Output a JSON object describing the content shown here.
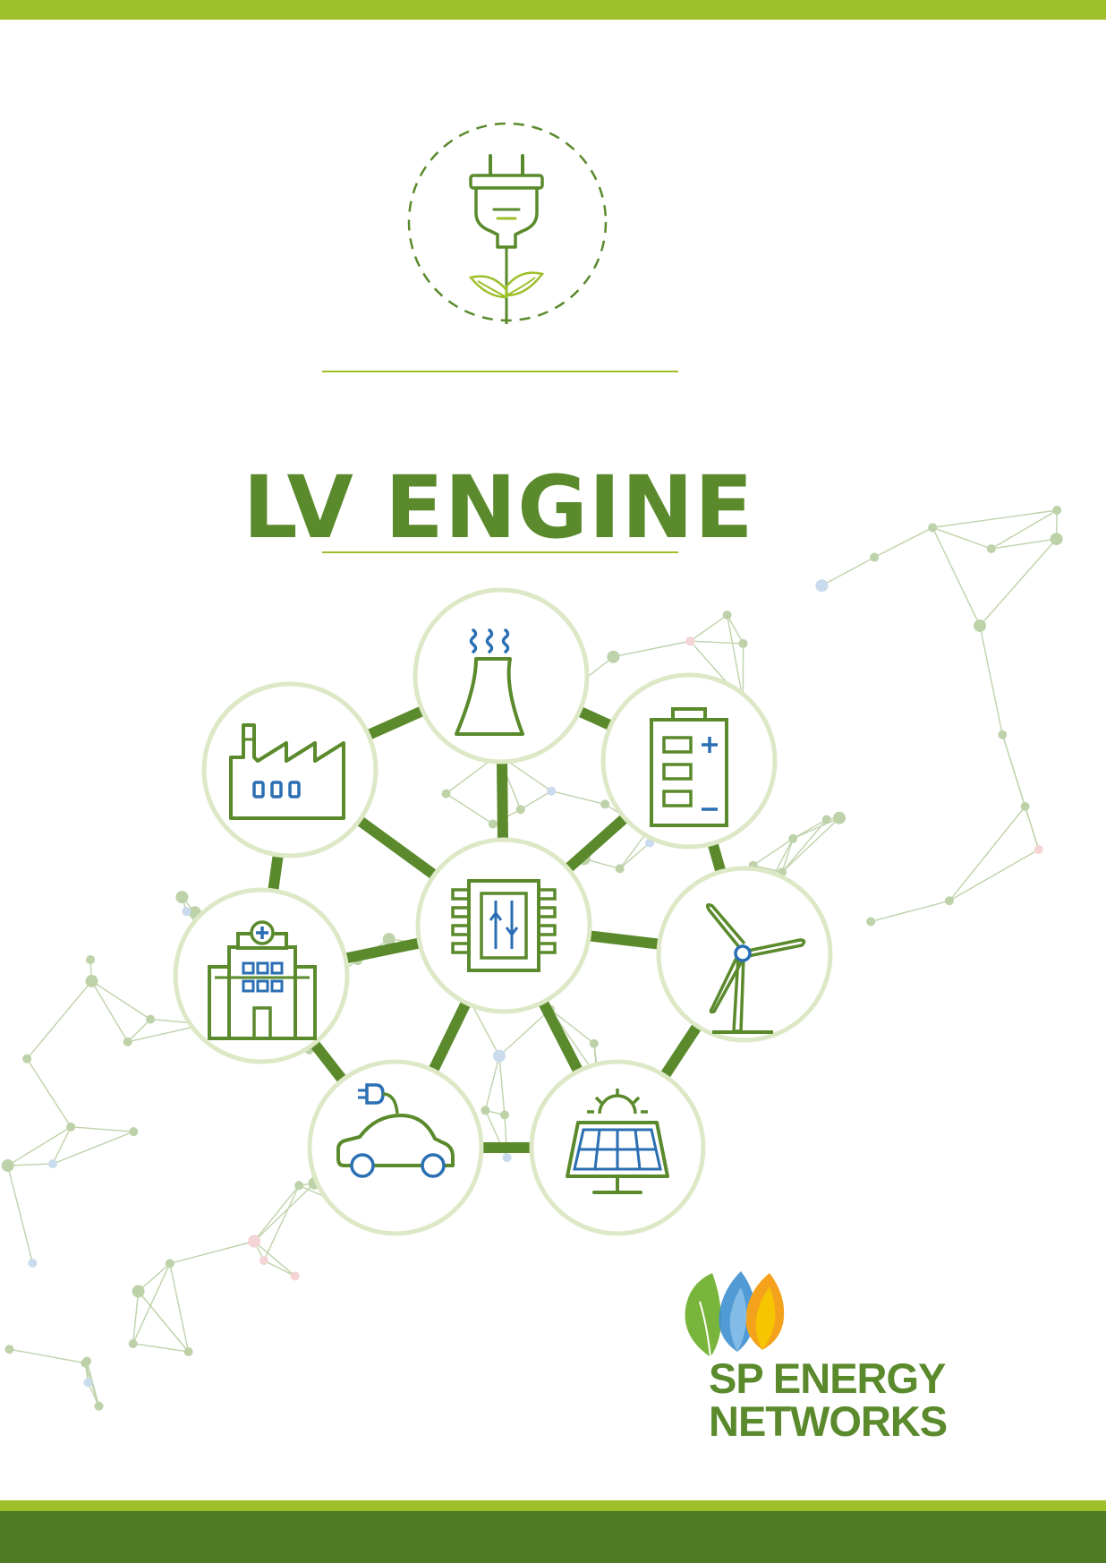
{
  "document": {
    "title": "LV ENGINE",
    "brand": {
      "line1": "SP ENERGY",
      "line2": "NETWORKS"
    }
  },
  "colors": {
    "primary_green": "#5a8a2c",
    "light_green": "#9dbf2a",
    "bar_dark": "#4f7a26",
    "circle_border": "#dde8c6",
    "accent_blue": "#2a6fb3",
    "network_green": "#a9c48e",
    "network_blue": "#b7cfe8",
    "network_red": "#f1c6c6",
    "logo_leaf": "#79b53c",
    "logo_blue": "#3d8fd0",
    "logo_orange": "#f4a21c",
    "logo_yellow": "#f6c400"
  },
  "icons": {
    "emblem": "plug-with-leaves-icon",
    "center": "substation-transformer-icon",
    "nodes": [
      "power-plant-icon",
      "battery-storage-icon",
      "wind-turbine-icon",
      "solar-panel-icon",
      "electric-car-icon",
      "hospital-icon",
      "factory-icon"
    ]
  }
}
